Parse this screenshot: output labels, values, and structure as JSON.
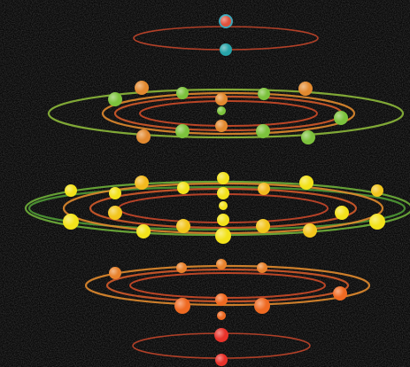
{
  "figure": {
    "description": "",
    "background_color": "#070707",
    "shells": [
      {
        "name": "shell-1",
        "ring_colors": [
          "#c2452a"
        ],
        "dots": [
          {
            "color": "#e0503a",
            "ring": "#3fa6b8"
          },
          {
            "color": "#26a3a8"
          }
        ]
      },
      {
        "name": "shell-2",
        "ring_colors": [
          "#8cb83a",
          "#e0892e",
          "#d35a2a",
          "#cc4a28"
        ],
        "dots": [
          {
            "color": "#7cc23c"
          },
          {
            "color": "#e2892f"
          },
          {
            "color": "#7cc23c"
          },
          {
            "color": "#e2892f"
          },
          {
            "color": "#7cc23c"
          },
          {
            "color": "#e2892f"
          },
          {
            "color": "#7cc23c"
          },
          {
            "color": "#7cc23c"
          },
          {
            "color": "#7cc23c"
          },
          {
            "color": "#e2892f"
          },
          {
            "color": "#7cc23c"
          },
          {
            "color": "#e2892f"
          },
          {
            "color": "#7cc23c"
          }
        ]
      },
      {
        "name": "shell-3",
        "ring_colors": [
          "#6fb03a",
          "#4f9a35",
          "#e0892e",
          "#d35a2a",
          "#c8472a"
        ],
        "dots": [
          {
            "color": "#f2e21a"
          },
          {
            "color": "#f2e21a"
          },
          {
            "color": "#f2b91e"
          },
          {
            "color": "#f2e21a"
          },
          {
            "color": "#f2e21a"
          },
          {
            "color": "#f2e21a"
          },
          {
            "color": "#f2b91e"
          },
          {
            "color": "#f2e21a"
          },
          {
            "color": "#f2c51c"
          },
          {
            "color": "#f2e21a"
          },
          {
            "color": "#f2e21a"
          },
          {
            "color": "#f2c51c"
          },
          {
            "color": "#f2c51c"
          },
          {
            "color": "#f2e21a"
          },
          {
            "color": "#f2e21a"
          },
          {
            "color": "#f2c51c"
          },
          {
            "color": "#f2e21a"
          },
          {
            "color": "#f2e21a"
          },
          {
            "color": "#f2c51c"
          },
          {
            "color": "#f2e21a"
          }
        ]
      },
      {
        "name": "shell-4",
        "ring_colors": [
          "#e0892e",
          "#d35a2a",
          "#cc4a28"
        ],
        "dots": [
          {
            "color": "#e8822c"
          },
          {
            "color": "#e8822c"
          },
          {
            "color": "#e8822c"
          },
          {
            "color": "#e8822c"
          },
          {
            "color": "#ef6a22"
          },
          {
            "color": "#ef6a22"
          },
          {
            "color": "#ef6a22"
          },
          {
            "color": "#ef6a22"
          },
          {
            "color": "#ef6a22"
          }
        ]
      },
      {
        "name": "shell-5",
        "ring_colors": [
          "#c2452a"
        ],
        "dots": [
          {
            "color": "#e8322a"
          },
          {
            "color": "#e8322a"
          }
        ]
      }
    ]
  }
}
